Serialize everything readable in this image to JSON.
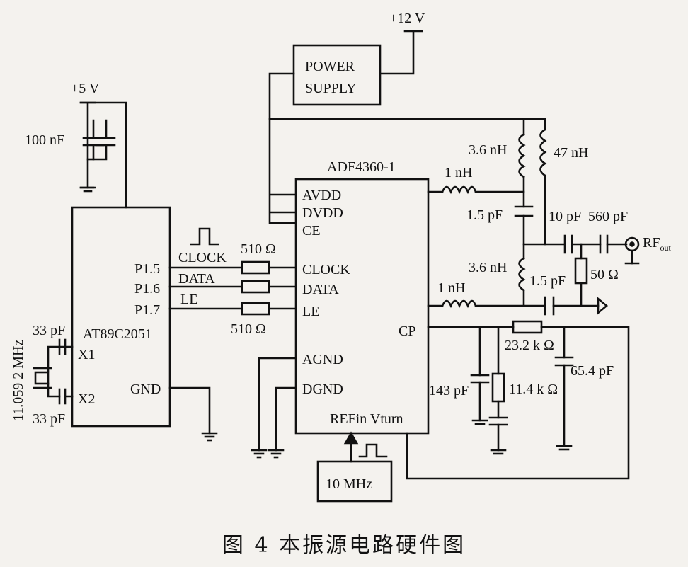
{
  "supply": {
    "v12": "+12 V",
    "v5": "+5 V"
  },
  "blocks": {
    "power_line1": "POWER",
    "power_line2": "SUPPLY",
    "pll": "ADF4360-1",
    "mcu": "AT89C2051",
    "ref": "10 MHz"
  },
  "pins": {
    "avdd": "AVDD",
    "dvdd": "DVDD",
    "ce": "CE",
    "clock": "CLOCK",
    "data": "DATA",
    "le": "LE",
    "agnd": "AGND",
    "dgnd": "DGND",
    "cp": "CP",
    "refin": "REFin Vturn",
    "p15": "P1.5",
    "p16": "P1.6",
    "p17": "P1.7",
    "x1": "X1",
    "x2": "X2",
    "gnd": "GND"
  },
  "nets": {
    "clock": "CLOCK",
    "data": "DATA",
    "le": "LE"
  },
  "parts": {
    "c100n": "100 nF",
    "r510_top": "510 Ω",
    "r510_bottom": "510 Ω",
    "c33_top": "33 pF",
    "c33_bottom": "33 pF",
    "crystal": "11.059 2 MHz",
    "l1n_top": "1 nH",
    "l1n_bottom": "1 nH",
    "l36_top": "3.6 nH",
    "l36_bottom": "3.6 nH",
    "l47": "47 nH",
    "c15_top": "1.5 pF",
    "c15_bottom": "1.5 pF",
    "c10": "10 pF",
    "c560": "560 pF",
    "r50": "50 Ω",
    "r232k": "23.2 k Ω",
    "r114k": "11.4 k Ω",
    "c654": "65.4 pF",
    "c143": "143 pF"
  },
  "rf": {
    "main": "RF",
    "sub": "out"
  },
  "caption": "图 4   本振源电路硬件图"
}
